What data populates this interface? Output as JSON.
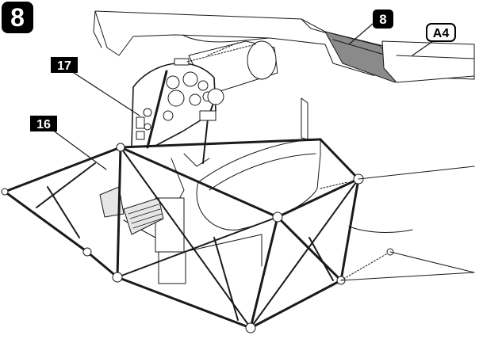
{
  "step": {
    "number": "8"
  },
  "callouts": [
    {
      "id": "part-17",
      "label": "17",
      "style": "black-box"
    },
    {
      "id": "part-16",
      "label": "16",
      "style": "black-box"
    },
    {
      "id": "part-8",
      "label": "8",
      "style": "black-rounded"
    },
    {
      "id": "part-a4",
      "label": "A4",
      "style": "outlined-rounded"
    }
  ],
  "colors": {
    "ink": "#1a1a1a",
    "badge": "#000000",
    "paper": "#ffffff",
    "decal_stripe": "#8a8a8a"
  }
}
